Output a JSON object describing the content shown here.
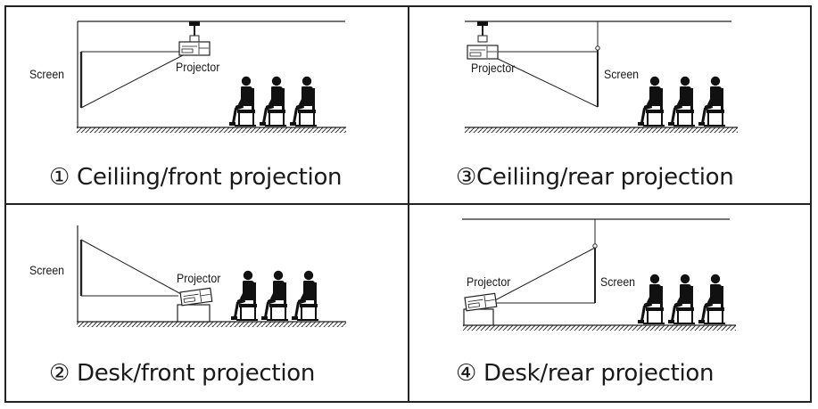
{
  "panels": [
    {
      "number": "①",
      "caption": "Ceiliing/front projection",
      "screen_label": "Screen",
      "projector_label": "Projector"
    },
    {
      "number": "③",
      "caption": "Ceiliing/rear projection",
      "screen_label": "Screen",
      "projector_label": "Projector"
    },
    {
      "number": "②",
      "caption": "Desk/front projection",
      "screen_label": "Screen",
      "projector_label": "Projector"
    },
    {
      "number": "④",
      "caption": "Desk/rear projection",
      "screen_label": "Screen",
      "projector_label": "Projector"
    }
  ]
}
